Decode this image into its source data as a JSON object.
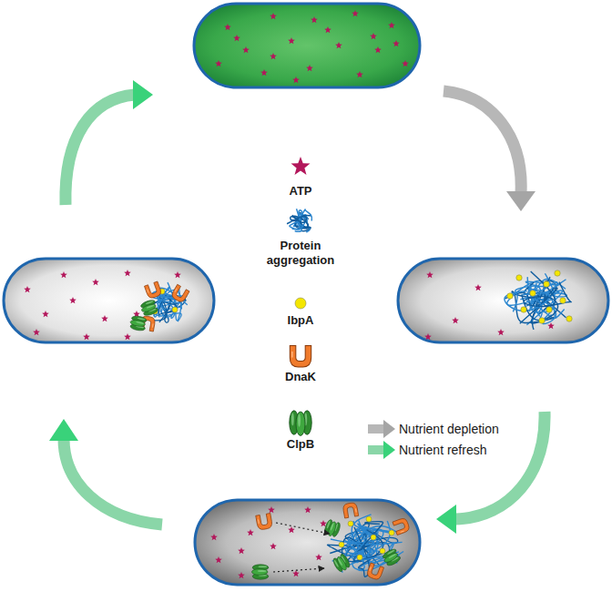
{
  "diagram": {
    "legend": [
      {
        "text": "ATP"
      },
      {
        "text": "Protein aggregation"
      },
      {
        "text": "IbpA"
      },
      {
        "text": "DnaK"
      },
      {
        "text": "ClpB"
      },
      {
        "text": "Nutrient depletion"
      },
      {
        "text": "Nutrient refresh"
      }
    ]
  }
}
